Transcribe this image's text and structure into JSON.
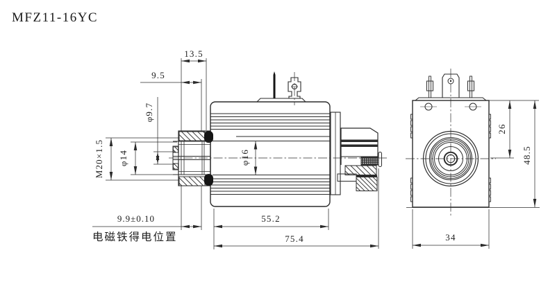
{
  "title": "MFZ11-16YC",
  "drawing": {
    "colors": {
      "line": "#2b2b2b",
      "background": "#ffffff"
    },
    "side_view": {
      "dim_13_5": "13.5",
      "dim_9_5": "9.5",
      "dim_phi_9_7": "φ9.7",
      "dim_m20": "M20×1.5",
      "dim_phi_14": "φ14",
      "dim_phi_16": "φ16",
      "dim_9_9": "9.9±0.10",
      "energized_position_label": "电磁铁得电位置",
      "dim_55_2": "55.2",
      "dim_75_4": "75.4"
    },
    "end_view": {
      "dim_26": "26",
      "dim_48_5": "48.5",
      "dim_34": "34"
    }
  }
}
